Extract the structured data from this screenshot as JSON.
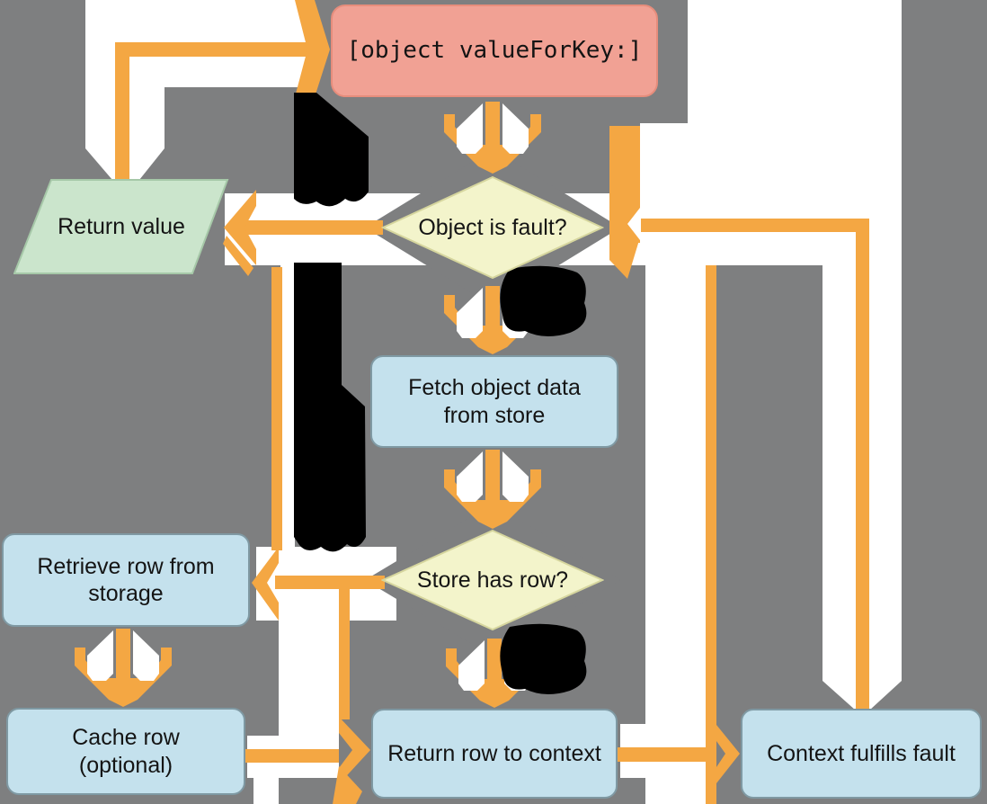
{
  "diagram": {
    "title": "Core Data faulting flow",
    "background_color": "#7E7F80",
    "arrow_color": "#F4A743",
    "channel_color": "#FFFFFF",
    "ink_blob_color": "#000000",
    "nodes": [
      {
        "id": "object-valueforkey",
        "label": "[object valueForKey:]",
        "shape": "rounded-rect",
        "fill": "#F1A194",
        "border": "#E68D7C",
        "font": "monospace"
      },
      {
        "id": "return-value",
        "label": "Return value",
        "shape": "parallelogram",
        "fill": "#CBE5CC",
        "border": "#A6C8A8"
      },
      {
        "id": "object-is-fault",
        "label": "Object is fault?",
        "shape": "diamond",
        "fill": "#F3F4CB",
        "border": "#D6D69E"
      },
      {
        "id": "fetch-object-data",
        "label": "Fetch object data\nfrom store",
        "shape": "rounded-rect",
        "fill": "#C4E1ED",
        "border": "#7F99A3"
      },
      {
        "id": "store-has-row",
        "label": "Store has row?",
        "shape": "diamond",
        "fill": "#F3F4CB",
        "border": "#D6D69E"
      },
      {
        "id": "retrieve-row",
        "label": "Retrieve row from\nstorage",
        "shape": "rounded-rect",
        "fill": "#C4E1ED",
        "border": "#7F99A3"
      },
      {
        "id": "cache-row",
        "label": "Cache row\n(optional)",
        "shape": "rounded-rect",
        "fill": "#C4E1ED",
        "border": "#7F99A3"
      },
      {
        "id": "return-row",
        "label": "Return row to context",
        "shape": "rounded-rect",
        "fill": "#C4E1ED",
        "border": "#7F99A3"
      },
      {
        "id": "context-fulfills",
        "label": "Context fulfills fault",
        "shape": "rounded-rect",
        "fill": "#C4E1ED",
        "border": "#7F99A3"
      }
    ],
    "connections": [
      {
        "from": "return-value",
        "to": "object-valueforkey",
        "route": "up-then-right, arrowhead into left side of top box"
      },
      {
        "from": "object-valueforkey",
        "to": "object-is-fault",
        "route": "straight down"
      },
      {
        "from": "object-is-fault",
        "to": "return-value",
        "route": "left, arrowhead into parallelogram"
      },
      {
        "from": "object-is-fault",
        "to": "fetch-object-data",
        "route": "straight down"
      },
      {
        "from": "fetch-object-data",
        "to": "store-has-row",
        "route": "straight down"
      },
      {
        "from": "store-has-row",
        "to": "retrieve-row",
        "route": "left, arrowhead into box"
      },
      {
        "from": "store-has-row",
        "to": "return-row",
        "route": "straight down"
      },
      {
        "from": "retrieve-row",
        "to": "cache-row",
        "route": "straight down"
      },
      {
        "from": "cache-row",
        "to": "return-row",
        "route": "right, arrowhead into box"
      },
      {
        "from": "return-row",
        "to": "context-fulfills",
        "route": "right, arrowhead into box"
      },
      {
        "from": "context-fulfills",
        "to": "object-is-fault",
        "route": "return loop up right side, arrowhead into right vertex of diamond"
      }
    ],
    "annotations": "four illegible black ink blobs where yes/no edge labels were"
  }
}
